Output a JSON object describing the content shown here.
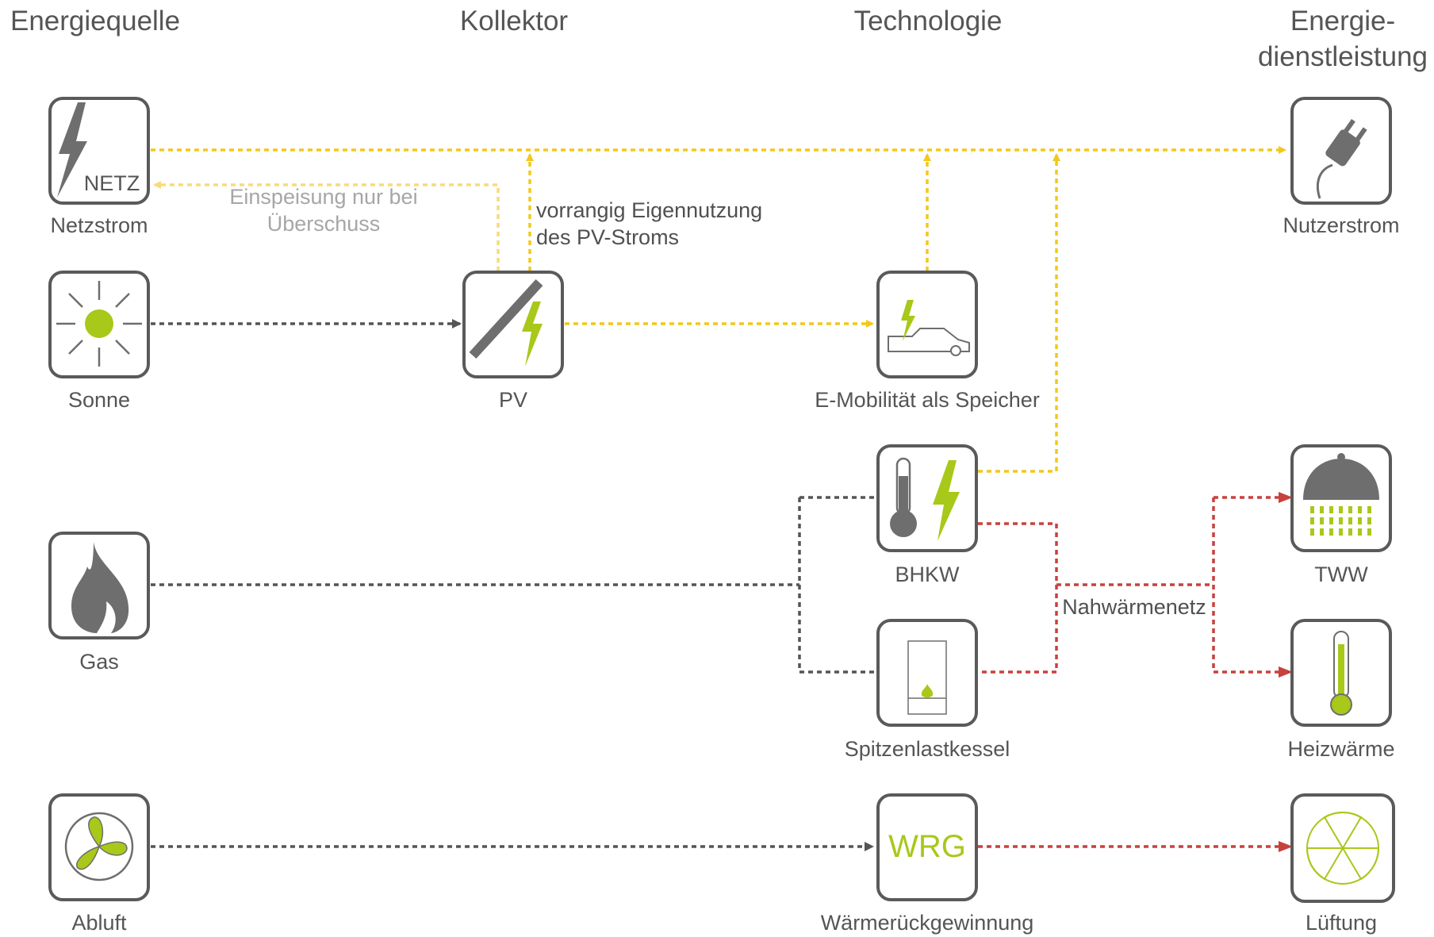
{
  "columns": {
    "energy_source": "Energiequelle",
    "collector": "Kollektor",
    "technology": "Technologie",
    "service_line1": "Energie-",
    "service_line2": "dienstleistung"
  },
  "nodes": {
    "netz": {
      "label": "Netzstrom",
      "icon_text": "NETZ",
      "icon": "lightning-icon"
    },
    "sonne": {
      "label": "Sonne",
      "icon": "sun-icon"
    },
    "gas": {
      "label": "Gas",
      "icon": "flame-icon"
    },
    "abluft": {
      "label": "Abluft",
      "icon": "fan-icon"
    },
    "pv": {
      "label": "PV",
      "icon": "pv-panel-icon"
    },
    "emob": {
      "label": "E-Mobilität als Speicher",
      "icon": "electric-car-icon"
    },
    "bhkw": {
      "label": "BHKW",
      "icon": "chp-icon"
    },
    "kessel": {
      "label": "Spitzenlastkessel",
      "icon": "boiler-icon"
    },
    "wrg": {
      "label": "Wärmerückgewinnung",
      "icon_text": "WRG",
      "icon": "heat-recovery-icon"
    },
    "nutzerstrom": {
      "label": "Nutzerstrom",
      "icon": "plug-icon"
    },
    "tww": {
      "label": "TWW",
      "icon": "shower-icon"
    },
    "heizwaerme": {
      "label": "Heizwärme",
      "icon": "thermometer-icon"
    },
    "lueftung": {
      "label": "Lüftung",
      "icon": "ventilation-icon"
    }
  },
  "annotations": {
    "feed_in_line1": "Einspeisung nur bei",
    "feed_in_line2": "Überschuss",
    "self_use_line1": "vorrangig Eigennutzung",
    "self_use_line2": "des PV-Stroms",
    "district_heat": "Nahwärmenetz"
  },
  "colors": {
    "electricity": "#f2c81b",
    "feed_in": "#f6dc7a",
    "fuel": "#555555",
    "heat": "#c8413f",
    "accent_green": "#a8c81a",
    "icon_gray": "#6e6e6e"
  }
}
